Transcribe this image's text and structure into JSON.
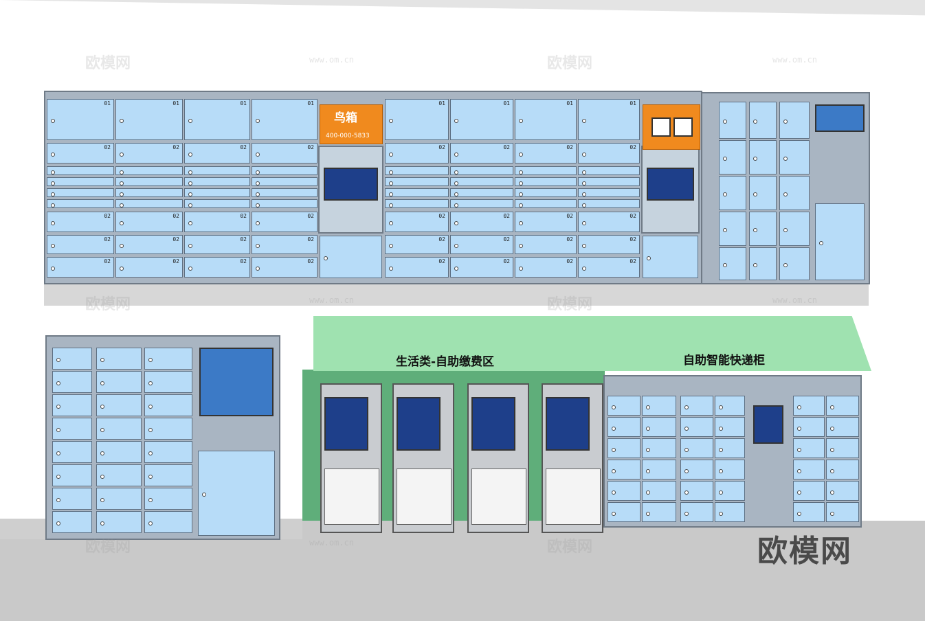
{
  "locker_numbers": {
    "top": "01",
    "middle": "02"
  },
  "wuxiang_panel": {
    "brand": "鸟箱",
    "phone": "400-000-5833"
  },
  "sign_left": "生活类-自助缴费区",
  "sign_right": "自助智能快递柜",
  "watermark_logo": "欧模网",
  "watermark_url": "www.om.cn",
  "colors": {
    "door_blue": "#b7dcf8",
    "frame_grey": "#a9b5c2",
    "orange_panel": "#f08a1e",
    "canopy_green": "#9fe2b0",
    "wall_green": "#5fae7a",
    "floor_grey": "#c9c9c9"
  }
}
